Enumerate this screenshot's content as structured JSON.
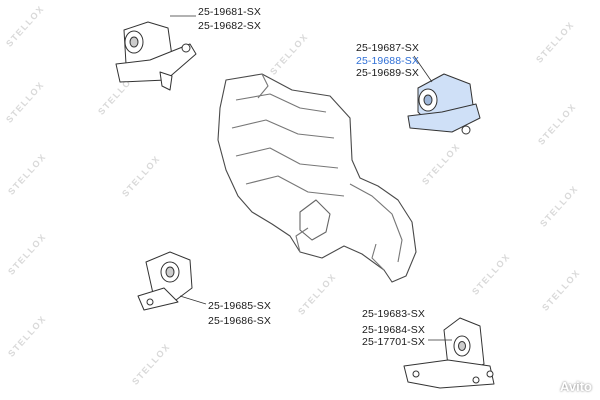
{
  "watermark": {
    "text": "STELLOX"
  },
  "colors": {
    "line": "#333333",
    "fill": "#ffffff",
    "highlight_fill": "#cfe0f7",
    "highlight_text": "#2f6fd6",
    "engine_line": "#4a4a4a"
  },
  "groups": [
    {
      "id": "mount-top-left",
      "parts": [
        "25-19681-SX",
        "25-19682-SX"
      ]
    },
    {
      "id": "mount-top-right",
      "parts": [
        "25-19687-SX",
        "25-19688-SX",
        "25-19689-SX"
      ],
      "highlighted_part": "25-19688-SX"
    },
    {
      "id": "mount-mid-left",
      "parts": [
        "25-19685-SX",
        "25-19686-SX"
      ]
    },
    {
      "id": "mount-bottom-right",
      "parts": [
        "25-19683-SX",
        "25-19684-SX",
        "25-17701-SX"
      ]
    }
  ],
  "corner_logo": {
    "text": "Avito",
    "icon": "avito-dots-icon"
  }
}
